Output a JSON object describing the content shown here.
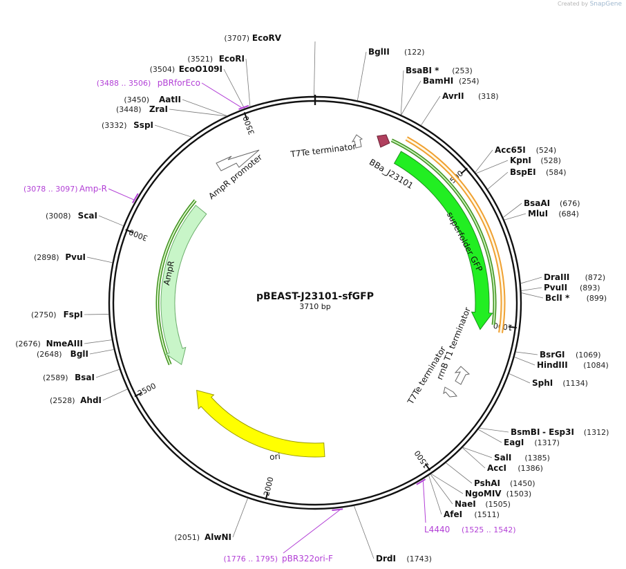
{
  "credit": {
    "prefix": "Created by",
    "brand": "SnapGene"
  },
  "plasmid": {
    "name": "pBEAST-J23101-sfGFP",
    "length_label": "3710 bp",
    "length": 3710
  },
  "ticks": [
    {
      "bp": 500,
      "label": "500"
    },
    {
      "bp": 1000,
      "label": "1000"
    },
    {
      "bp": 1500,
      "label": "1500"
    },
    {
      "bp": 2000,
      "label": "2000"
    },
    {
      "bp": 2500,
      "label": "2500"
    },
    {
      "bp": 3000,
      "label": "3000"
    },
    {
      "bp": 3500,
      "label": "3500"
    }
  ],
  "sites": [
    {
      "name": "EcoRV",
      "pos": "(3707)",
      "bp": 3707
    },
    {
      "name": "BglII",
      "pos": "(122)",
      "bp": 122
    },
    {
      "name": "BsaBI *",
      "pos": "(253)",
      "bp": 253
    },
    {
      "name": "BamHI",
      "pos": "(254)",
      "bp": 254
    },
    {
      "name": "AvrII",
      "pos": "(318)",
      "bp": 318
    },
    {
      "name": "Acc65I",
      "pos": "(524)",
      "bp": 524
    },
    {
      "name": "KpnI",
      "pos": "(528)",
      "bp": 528
    },
    {
      "name": "BspEI",
      "pos": "(584)",
      "bp": 584
    },
    {
      "name": "BsaAI",
      "pos": "(676)",
      "bp": 676
    },
    {
      "name": "MluI",
      "pos": "(684)",
      "bp": 684
    },
    {
      "name": "DraIII",
      "pos": "(872)",
      "bp": 872
    },
    {
      "name": "PvuII",
      "pos": "(893)",
      "bp": 893
    },
    {
      "name": "BclI *",
      "pos": "(899)",
      "bp": 899
    },
    {
      "name": "BsrGI",
      "pos": "(1069)",
      "bp": 1069
    },
    {
      "name": "HindIII",
      "pos": "(1084)",
      "bp": 1084
    },
    {
      "name": "SphI",
      "pos": "(1134)",
      "bp": 1134
    },
    {
      "name": "BsmBI",
      "pos": "(1312)",
      "bp": 1312,
      "extra": "- Esp3I"
    },
    {
      "name": "EagI",
      "pos": "(1317)",
      "bp": 1317
    },
    {
      "name": "SalI",
      "pos": "(1385)",
      "bp": 1385
    },
    {
      "name": "AccI",
      "pos": "(1386)",
      "bp": 1386
    },
    {
      "name": "PshAI",
      "pos": "(1450)",
      "bp": 1450
    },
    {
      "name": "NgoMIV",
      "pos": "(1503)",
      "bp": 1503
    },
    {
      "name": "NaeI",
      "pos": "(1505)",
      "bp": 1505
    },
    {
      "name": "AfeI",
      "pos": "(1511)",
      "bp": 1511
    },
    {
      "name": "DrdI",
      "pos": "(1743)",
      "bp": 1743
    },
    {
      "name": "AlwNI",
      "pos": "(2051)",
      "bp": 2051
    },
    {
      "name": "AhdI",
      "pos": "(2528)",
      "bp": 2528
    },
    {
      "name": "BsaI",
      "pos": "(2589)",
      "bp": 2589
    },
    {
      "name": "BglI",
      "pos": "(2648)",
      "bp": 2648
    },
    {
      "name": "NmeAIII",
      "pos": "(2676)",
      "bp": 2676
    },
    {
      "name": "FspI",
      "pos": "(2750)",
      "bp": 2750
    },
    {
      "name": "PvuI",
      "pos": "(2898)",
      "bp": 2898
    },
    {
      "name": "ScaI",
      "pos": "(3008)",
      "bp": 3008
    },
    {
      "name": "SspI",
      "pos": "(3332)",
      "bp": 3332
    },
    {
      "name": "ZraI",
      "pos": "(3448)",
      "bp": 3448
    },
    {
      "name": "AatII",
      "pos": "(3450)",
      "bp": 3450
    },
    {
      "name": "EcoO109I",
      "pos": "(3504)",
      "bp": 3504
    },
    {
      "name": "EcoRI",
      "pos": "(3521)",
      "bp": 3521
    }
  ],
  "primers": [
    {
      "name": "pBRforEco",
      "range": "(3488 .. 3506)",
      "start": 3488,
      "end": 3506
    },
    {
      "name": "Amp-R",
      "range": "(3078 .. 3097)",
      "start": 3078,
      "end": 3097
    },
    {
      "name": "pBR322ori-F",
      "range": "(1776 .. 1795)",
      "start": 1776,
      "end": 1795
    },
    {
      "name": "L4440",
      "range": "(1525 .. 1542)",
      "start": 1525,
      "end": 1542
    }
  ],
  "features": [
    {
      "name": "superfolder GFP",
      "start": 305,
      "end": 1022,
      "color": "#22ee22",
      "stroke": "#1a8f1a"
    },
    {
      "name": "AmpR",
      "start": 2527,
      "end": 3187,
      "color": "#c8f5c8",
      "stroke": "#6cae6c"
    },
    {
      "name": "ori",
      "start": 1818,
      "end": 2407,
      "color": "#ffff00",
      "stroke": "#9a9a00"
    },
    {
      "name": "BBa_J23101",
      "start": 218,
      "end": 253,
      "color": "#b0405e",
      "stroke": "#6a1f33"
    },
    {
      "name": "AmpR promoter",
      "start": 3187,
      "end": 3292,
      "color": "#ffffff",
      "stroke": "#666666"
    },
    {
      "name": "T7Te terminator",
      "start": 60,
      "end": 80,
      "color": "#ffffff",
      "stroke": "#666666"
    },
    {
      "name": "rrnB T1 terminator",
      "start": 1090,
      "end": 1135,
      "color": "#ffffff",
      "stroke": "#666666"
    },
    {
      "name": "T7Te terminator",
      "start": 1160,
      "end": 1180,
      "color": "#ffffff",
      "stroke": "#666666"
    }
  ],
  "colors": {
    "primer": "#b23fd6",
    "orf_orange": "#f0a030",
    "orf_green": "#3e8f1c"
  }
}
